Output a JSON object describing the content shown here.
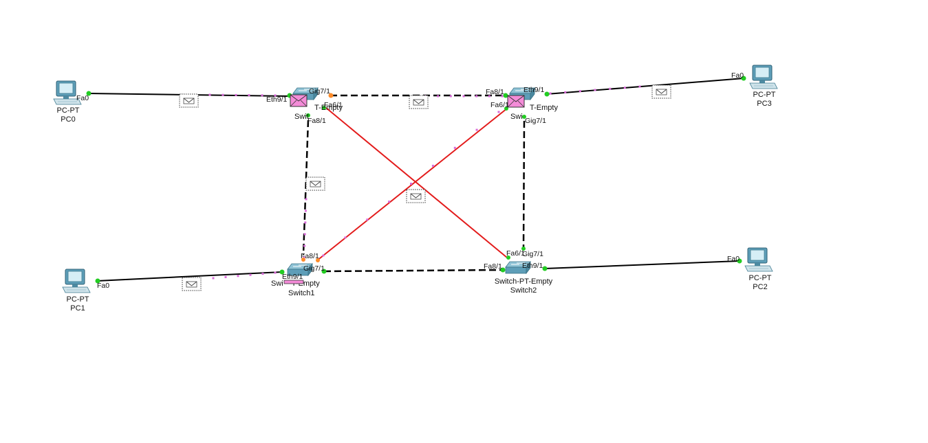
{
  "devices": {
    "pc0": {
      "model": "PC-PT",
      "name": "PC0"
    },
    "pc1": {
      "model": "PC-PT",
      "name": "PC1"
    },
    "pc2": {
      "model": "PC-PT",
      "name": "PC2"
    },
    "pc3": {
      "model": "PC-PT",
      "name": "PC3"
    },
    "switch0": {
      "model": "Switch-PT-Empty",
      "name": "Switch0",
      "shown_model": "T-Empty",
      "shown_name": "Swit"
    },
    "switch1": {
      "model": "Switch-PT-Empty",
      "name": "Switch1",
      "shown_model": "Swi    T-Empty",
      "shown_name": "Switch1"
    },
    "switch2": {
      "model": "Switch-PT-Empty",
      "name": "Switch2"
    },
    "switch3": {
      "model": "Switch-PT-Empty",
      "name": "Switch3",
      "shown_model": "T-Empty",
      "shown_name": "Swi"
    }
  },
  "ports": {
    "pc0_fa0": "Fa0",
    "pc1_fa0": "Fa0",
    "pc2_fa0": "Fa0",
    "pc3_fa0": "Fa0",
    "sw0_eth9": "Eth9/1",
    "sw0_gig7": "Gig7/1",
    "sw0_fa6": "Fa6/1",
    "sw0_fa8": "Fa8/1",
    "sw3_fa8": "Fa8/1",
    "sw3_eth9": "Eth9/1",
    "sw3_fa6": "Fa6/1",
    "sw3_gig7": "Gig7/1",
    "sw1_fa8": "Fa8/1",
    "sw1_eth9": "Eth9/1",
    "sw1_gig7": "Gig7/1",
    "sw2_fa6": "Fa6/1",
    "sw2_gig7": "Gig7/1",
    "sw2_fa8": "Fa8/1",
    "sw2_eth9": "Eth9/1"
  },
  "colors": {
    "straight_link": "#000000",
    "crossover_link": "#000000",
    "cross_link_down": "#e31b1b",
    "port_up": "#22cc22",
    "port_blocking": "#ff8c2a",
    "packet_trail": "#d86ad8",
    "envelope_fill": "#f48cd8",
    "pc_body": "#5e9eb8",
    "switch_body": "#6aa8c0"
  }
}
